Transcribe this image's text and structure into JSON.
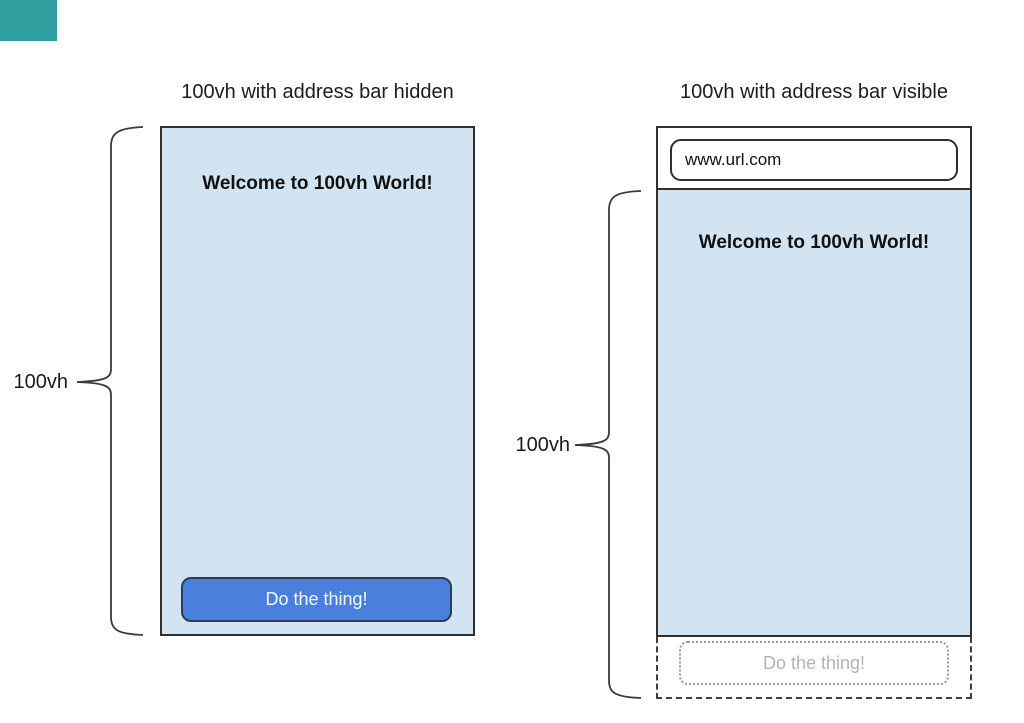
{
  "decor": {
    "teal_overlay": "corner artifact block"
  },
  "left_panel": {
    "title": "100vh with address bar hidden",
    "brace_label": "100vh",
    "screen": {
      "heading": "Welcome to 100vh World!",
      "button_label": "Do the thing!"
    }
  },
  "right_panel": {
    "title": "100vh with address bar visible",
    "brace_label": "100vh",
    "address_bar": {
      "url": "www.url.com"
    },
    "screen": {
      "heading": "Welcome to 100vh World!"
    },
    "overflow": {
      "button_label": "Do the thing!"
    }
  },
  "colors": {
    "screen_fill": "#d2e3f2",
    "button_fill": "#4a80dd",
    "button_text": "#f4f7ff",
    "outline": "#2f2f2f",
    "cutoff_border": "#9a9a9a",
    "cutoff_text": "#b3b3b3",
    "teal_overlay": "#2f9fa0"
  }
}
